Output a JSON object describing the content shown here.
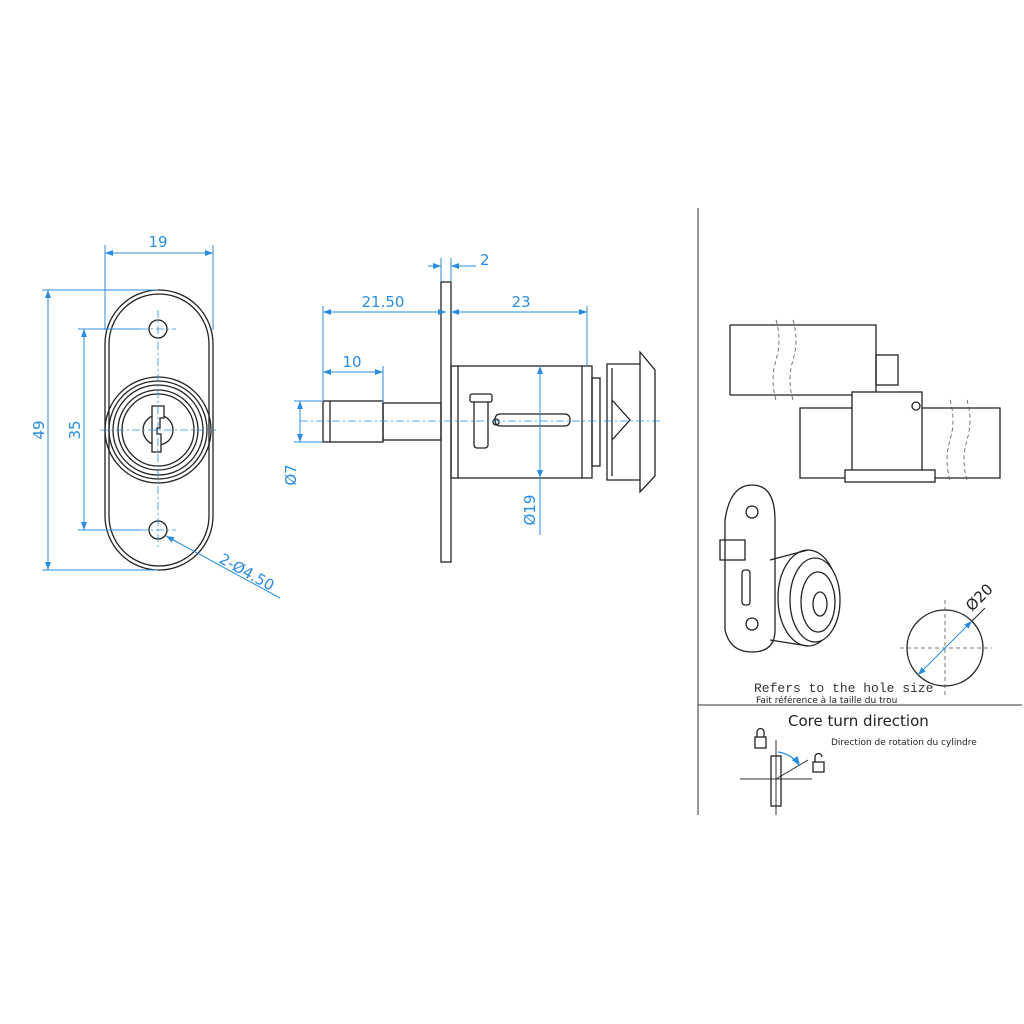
{
  "front_view": {
    "width_dim": "19",
    "height_dim": "49",
    "hole_spacing_dim": "35",
    "hole_dim": "2-Ø4.50"
  },
  "side_view": {
    "flange_dim": "2",
    "front_length_dim": "21.50",
    "body_length_dim": "23",
    "shaft_step_dim": "10",
    "shaft_diameter_dim": "Ø7",
    "body_diameter_dim": "Ø19"
  },
  "install_panel": {
    "hole_diameter_dim": "Ø20",
    "hole_note_en": "Refers to the hole size",
    "hole_note_fr": "Fait référence à la taille du trou"
  },
  "turn_panel": {
    "title": "Core turn direction",
    "subtitle_fr": "Direction de rotation du cylindre"
  },
  "colors": {
    "dimension": "#2a8ce0",
    "outline": "#222222"
  }
}
